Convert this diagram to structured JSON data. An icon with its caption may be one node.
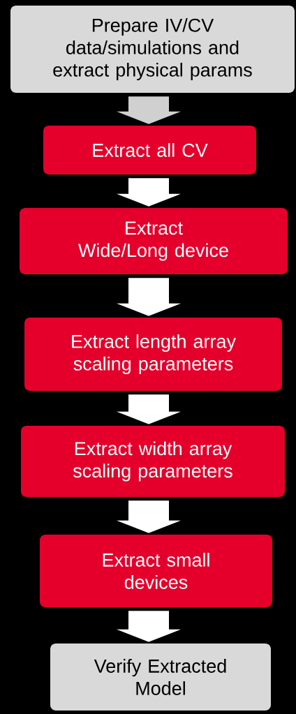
{
  "diagram": {
    "nodes": [
      {
        "text": [
          "Prepare IV/CV data/simulations and extract physical params"
        ]
      },
      {
        "text": [
          "Extract all CV"
        ]
      },
      {
        "text": [
          "Extract Wide/Long device"
        ]
      },
      {
        "text": [
          "Extract length array scaling parameters"
        ]
      },
      {
        "text": [
          "Extract width array scaling parameters"
        ]
      },
      {
        "text": [
          "Extract small devices"
        ]
      },
      {
        "text": [
          "Verify Extracted Model"
        ]
      }
    ],
    "edges": [
      {
        "from": 0,
        "to": 1,
        "arrow": "to",
        "color": "#d0d0d0"
      },
      {
        "from": 1,
        "to": 2,
        "arrow": "to"
      },
      {
        "from": 2,
        "to": 3,
        "arrow": "to"
      },
      {
        "from": 3,
        "to": 4,
        "arrow": "to"
      },
      {
        "from": 4,
        "to": 5,
        "arrow": "to"
      },
      {
        "from": 5,
        "to": 6,
        "arrow": "to"
      }
    ]
  }
}
